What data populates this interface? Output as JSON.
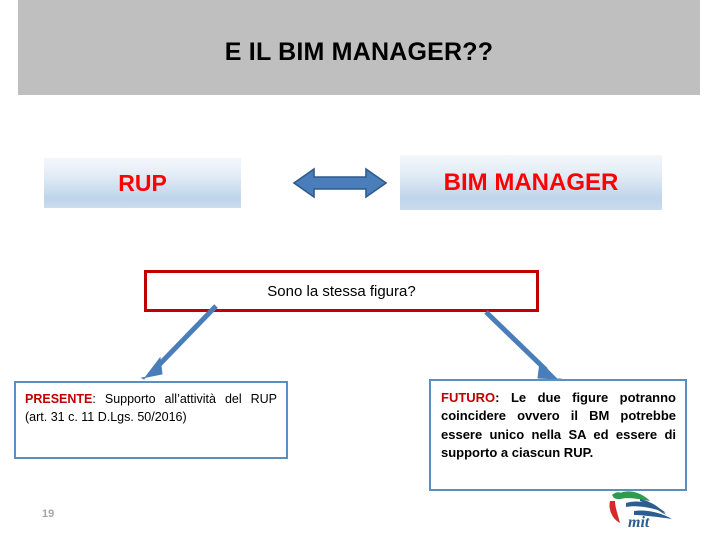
{
  "slide": {
    "title": "E IL BIM MANAGER??",
    "page_number": "19",
    "banner_color": "#bfbfbf"
  },
  "diagram": {
    "role_left": {
      "label": "RUP",
      "text_color": "#ff0000"
    },
    "role_right": {
      "label": "BIM MANAGER",
      "text_color": "#ff0000"
    },
    "connector": {
      "icon": "double-headed-arrow-icon",
      "color": "#4a7ebb"
    },
    "question": {
      "text": "Sono la stessa figura?",
      "border_color": "#c00000"
    },
    "arrow_to_left": {
      "icon": "arrow-down-left-icon",
      "color": "#4a7ebb"
    },
    "arrow_to_right": {
      "icon": "arrow-down-right-icon",
      "color": "#4a7ebb"
    },
    "present": {
      "keyword": "PRESENTE",
      "separator": ":",
      "body": " Supporto all’attività del RUP (art. 31 c. 11 D.Lgs. 50/2016)",
      "border_color": "#5b8fc0",
      "keyword_color": "#c00000"
    },
    "future": {
      "keyword": "FUTURO",
      "separator": ":",
      "body": " Le due figure potranno coincidere ovvero il BM potrebbe essere unico nella SA ed essere di supporto a ciascun RUP.",
      "border_color": "#5b8fc0",
      "keyword_color": "#c00000"
    }
  },
  "footer": {
    "logo_name": "mit",
    "logo_text": "mit"
  }
}
